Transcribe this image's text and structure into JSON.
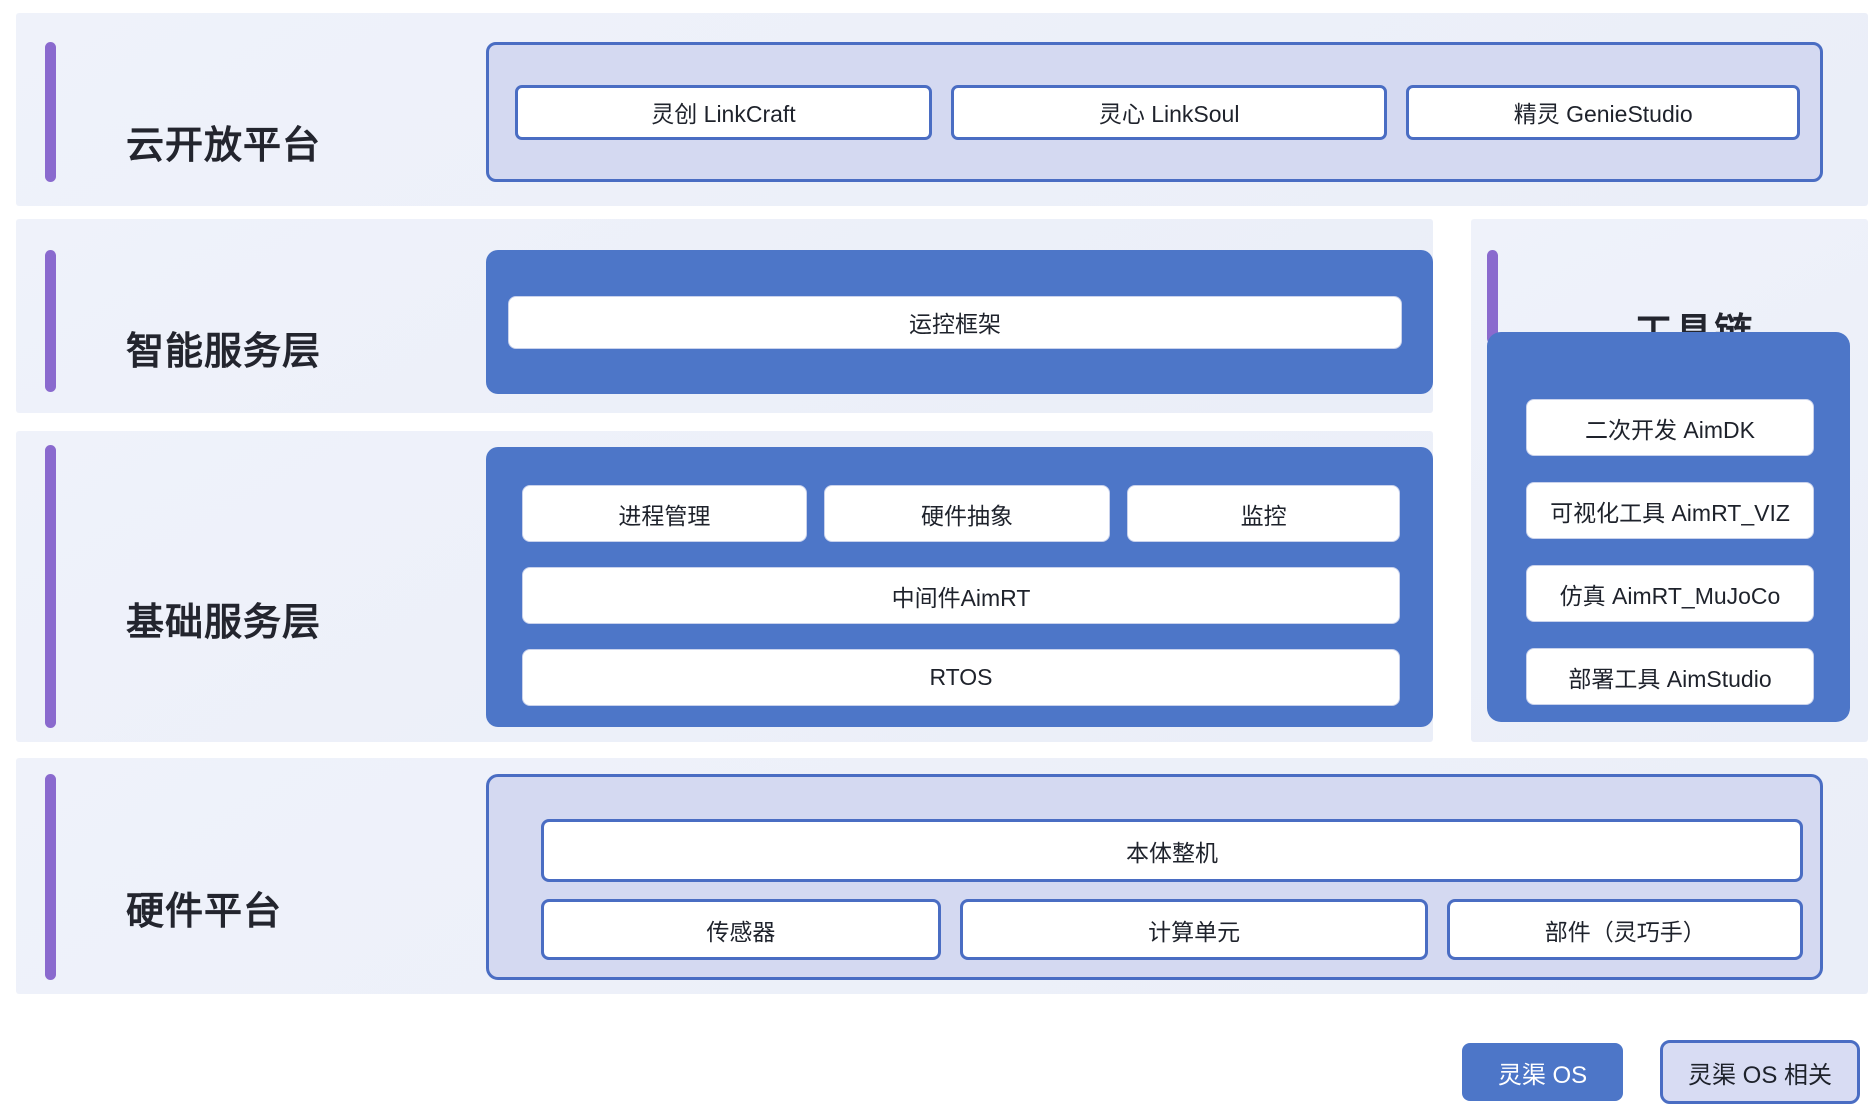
{
  "diagram": {
    "layers": [
      {
        "label": "云开放平台",
        "boxes": [
          "灵创 LinkCraft",
          "灵心 LinkSoul",
          "精灵 GenieStudio"
        ]
      },
      {
        "label": "智能服务层",
        "boxes": [
          "运控框架"
        ]
      },
      {
        "label": "基础服务层",
        "top_row": [
          "进程管理",
          "硬件抽象",
          "监控"
        ],
        "middle": "中间件AimRT",
        "bottom": "RTOS"
      },
      {
        "label": "硬件平台",
        "top": "本体整机",
        "bottom_row": [
          "传感器",
          "计算单元",
          "部件（灵巧手）"
        ]
      }
    ],
    "toolchain": {
      "label": "工具链",
      "items": [
        "二次开发 AimDK",
        "可视化工具 AimRT_VIZ",
        "仿真 AimRT_MuJoCo",
        "部署工具 AimStudio"
      ]
    },
    "legend": {
      "os": "灵渠 OS",
      "os_related": "灵渠 OS 相关"
    },
    "colors": {
      "accent_purple": "#8a6ace",
      "blue_fill": "#4d76c8",
      "blue_border": "#4a6dc3",
      "lavender_fill": "#d4d9f1",
      "panel_bg": "#edf1f9"
    }
  }
}
